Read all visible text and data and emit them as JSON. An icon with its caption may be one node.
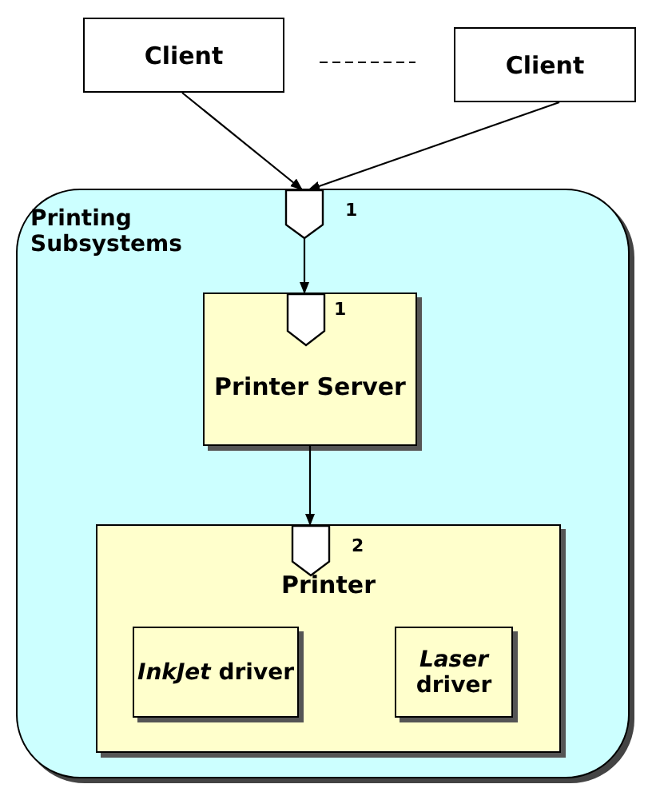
{
  "diagram": {
    "nodes": [
      {
        "text": [
          "Client"
        ]
      },
      {
        "text": [
          "Client"
        ]
      },
      {
        "text": [
          "Printing Subsystems"
        ]
      },
      {
        "text": [],
        "shape": "pentagon",
        "in": 2,
        "beside": [
          "1"
        ]
      },
      {
        "text": [
          "Printer Server"
        ],
        "in": 2
      },
      {
        "text": [],
        "shape": "pentagon",
        "in": 4,
        "beside": [
          "1"
        ]
      },
      {
        "text": [
          "Printer"
        ],
        "in": 2
      },
      {
        "text": [],
        "shape": "pentagon",
        "in": 6,
        "beside": [
          "2"
        ]
      },
      {
        "text": [
          "*InkJet* driver"
        ],
        "in": 6
      },
      {
        "text": [
          "*Laser* driver"
        ],
        "in": 6
      }
    ],
    "edges": [
      {
        "from": 0,
        "to": 1,
        "arrow": "none",
        "style": "dashed"
      },
      {
        "from": 0,
        "to": 3,
        "arrow": "to"
      },
      {
        "from": 1,
        "to": 3,
        "arrow": "to"
      },
      {
        "from": 3,
        "to": 5,
        "arrow": "to"
      },
      {
        "from": 4,
        "to": 7,
        "arrow": "to"
      }
    ]
  }
}
